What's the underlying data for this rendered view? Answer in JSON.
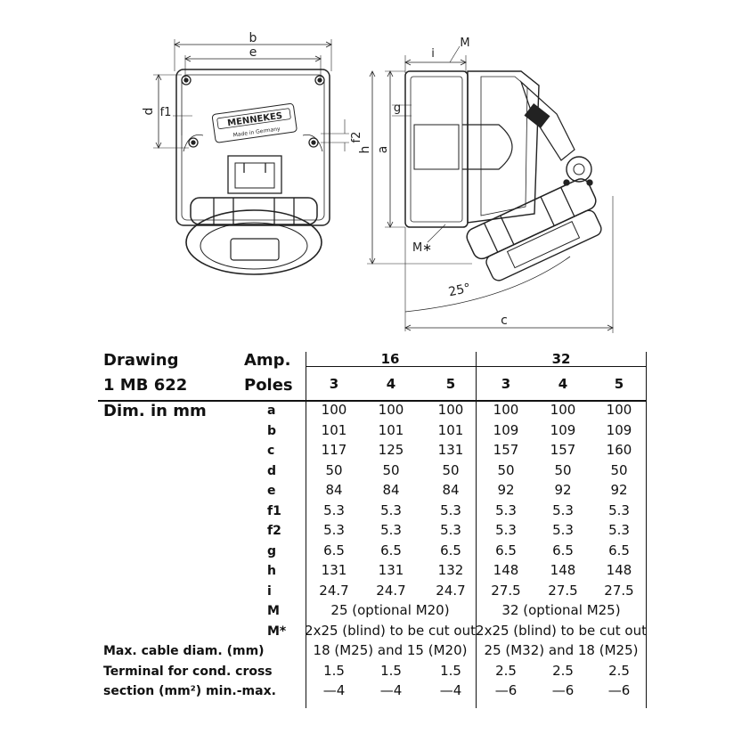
{
  "drawing": {
    "brand": "MENNEKES",
    "brand_sub": "Made in Germany",
    "labels": {
      "b": "b",
      "e": "e",
      "d": "d",
      "f1": "f1",
      "f2": "f2",
      "h": "h",
      "a": "a",
      "g": "g",
      "i": "i",
      "M": "M",
      "Mstar": "M∗",
      "angle": "25°",
      "c": "c"
    }
  },
  "table": {
    "title1": "Drawing",
    "title2": "1 MB 622",
    "dim_label": "Dim. in mm",
    "amp_label": "Amp.",
    "poles_label": "Poles",
    "amps": [
      "16",
      "32"
    ],
    "poles": [
      "3",
      "4",
      "5",
      "3",
      "4",
      "5"
    ],
    "rows": [
      {
        "key": "a",
        "values": [
          "100",
          "100",
          "100",
          "100",
          "100",
          "100"
        ]
      },
      {
        "key": "b",
        "values": [
          "101",
          "101",
          "101",
          "109",
          "109",
          "109"
        ]
      },
      {
        "key": "c",
        "values": [
          "117",
          "125",
          "131",
          "157",
          "157",
          "160"
        ]
      },
      {
        "key": "d",
        "values": [
          "50",
          "50",
          "50",
          "50",
          "50",
          "50"
        ]
      },
      {
        "key": "e",
        "values": [
          "84",
          "84",
          "84",
          "92",
          "92",
          "92"
        ]
      },
      {
        "key": "f1",
        "values": [
          "5.3",
          "5.3",
          "5.3",
          "5.3",
          "5.3",
          "5.3"
        ]
      },
      {
        "key": "f2",
        "values": [
          "5.3",
          "5.3",
          "5.3",
          "5.3",
          "5.3",
          "5.3"
        ]
      },
      {
        "key": "g",
        "values": [
          "6.5",
          "6.5",
          "6.5",
          "6.5",
          "6.5",
          "6.5"
        ]
      },
      {
        "key": "h",
        "values": [
          "131",
          "131",
          "132",
          "148",
          "148",
          "148"
        ]
      },
      {
        "key": "i",
        "values": [
          "24.7",
          "24.7",
          "24.7",
          "27.5",
          "27.5",
          "27.5"
        ]
      }
    ],
    "M_key": "M",
    "M_values": [
      "25 (optional M20)",
      "32 (optional M25)"
    ],
    "Mstar_key": "M*",
    "Mstar_values": [
      "2x25 (blind) to be cut out",
      "2x25 (blind) to be cut out"
    ],
    "cable_label": "Max. cable diam. (mm)",
    "cable_values": [
      "18 (M25) and 15 (M20)",
      "25 (M32) and 18 (M25)"
    ],
    "terminal_label1": "Terminal for cond. cross",
    "terminal_label2": "section (mm²) min.-max.",
    "terminal_min": [
      "1.5",
      "1.5",
      "1.5",
      "2.5",
      "2.5",
      "2.5"
    ],
    "terminal_max": [
      "—4",
      "—4",
      "—4",
      "—6",
      "—6",
      "—6"
    ]
  }
}
